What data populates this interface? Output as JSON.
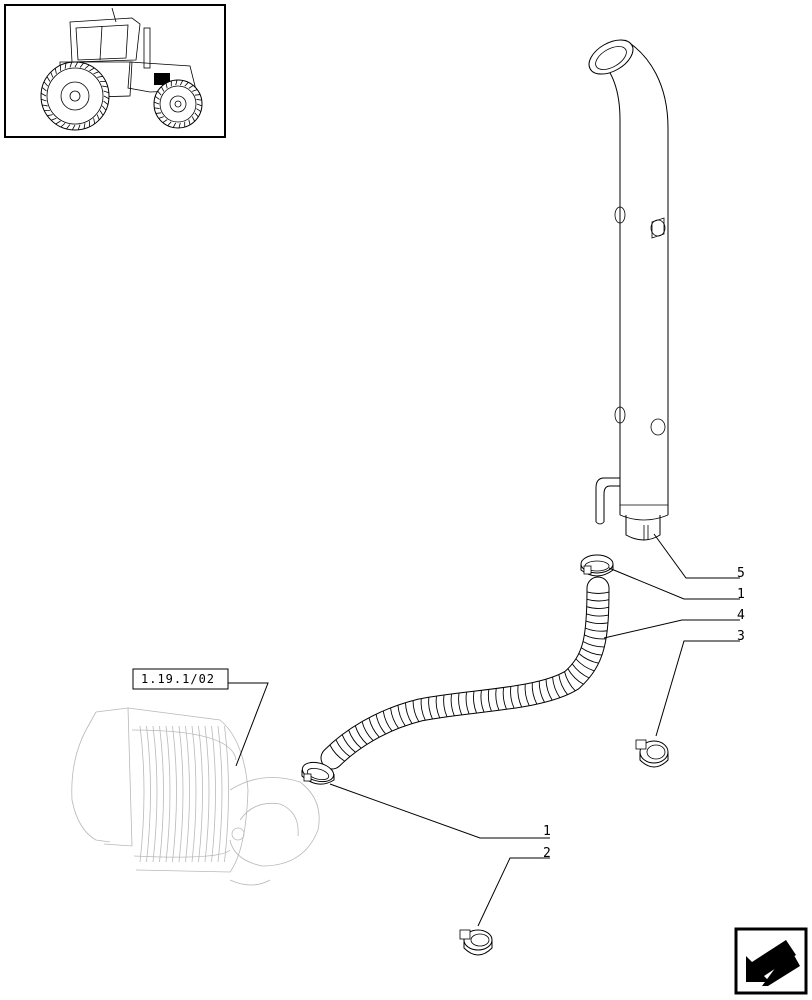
{
  "diagram": {
    "reference_box": "1.19.1/02",
    "callouts": [
      {
        "id": "callout-5",
        "text": "5"
      },
      {
        "id": "callout-1-top",
        "text": "1"
      },
      {
        "id": "callout-4",
        "text": "4"
      },
      {
        "id": "callout-3",
        "text": "3"
      },
      {
        "id": "callout-1-bottom",
        "text": "1"
      },
      {
        "id": "callout-2",
        "text": "2"
      }
    ]
  },
  "icons": {
    "thumbnail": "tractor-thumbnail-icon",
    "nav": "next-page-arrow-icon"
  }
}
